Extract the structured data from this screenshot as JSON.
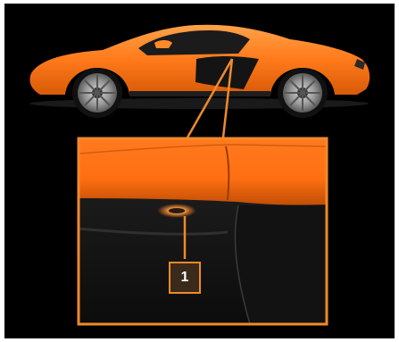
{
  "diagram": {
    "callout_number": "1"
  },
  "colors": {
    "body_orange": "#ff7a1a",
    "accent_orange": "#f08a2a",
    "callout_bg": "#3a2a1c",
    "background": "#000000"
  },
  "icons": {
    "car": "car-side-profile",
    "marker": "numbered-callout-marker"
  }
}
